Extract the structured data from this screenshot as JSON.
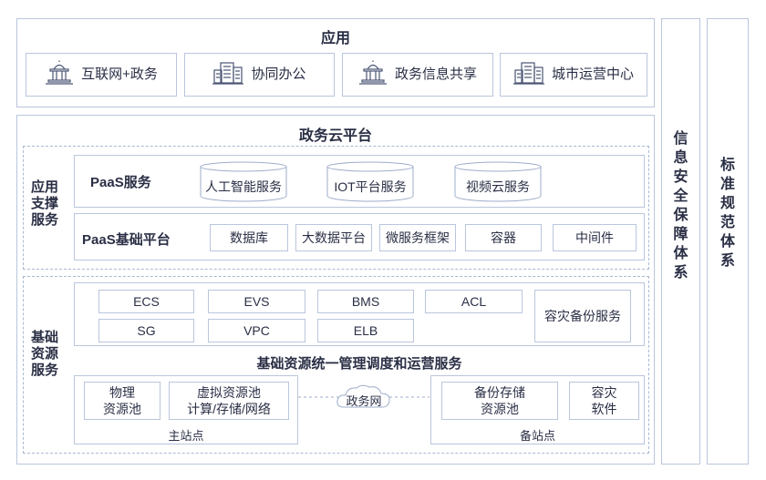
{
  "app_layer": {
    "title": "应用",
    "items": [
      {
        "label": "互联网+政务",
        "icon": "government-building-icon"
      },
      {
        "label": "协同办公",
        "icon": "office-building-icon"
      },
      {
        "label": "政务信息共享",
        "icon": "government-building-icon"
      },
      {
        "label": "城市运营中心",
        "icon": "office-building-icon"
      }
    ]
  },
  "platform": {
    "title": "政务云平台",
    "app_support": {
      "side_label": [
        "应用",
        "支撑",
        "服务"
      ],
      "paas_service": {
        "title": "PaaS服务",
        "items": [
          "人工智能服务",
          "IOT平台服务",
          "视频云服务"
        ]
      },
      "paas_base": {
        "title": "PaaS基础平台",
        "items": [
          "数据库",
          "大数据平台",
          "微服务框架",
          "容器",
          "中间件"
        ]
      }
    },
    "base_resources": {
      "side_label": [
        "基础",
        "资源",
        "服务"
      ],
      "services_row1": [
        "ECS",
        "EVS",
        "BMS",
        "ACL"
      ],
      "services_row2": [
        "SG",
        "VPC",
        "ELB"
      ],
      "disaster_backup": "容灾备份服务",
      "management_title": "基础资源统一管理调度和运营服务",
      "main_site": {
        "caption": "主站点",
        "physical_pool": [
          "物理",
          "资源池"
        ],
        "virtual_pool": [
          "虚拟资源池",
          "计算/存储/网络"
        ]
      },
      "network": "政务网",
      "backup_site": {
        "caption": "备站点",
        "backup_storage": [
          "备份存储",
          "资源池"
        ],
        "disaster_software": [
          "容灾",
          "软件"
        ]
      }
    }
  },
  "security_system": [
    "信",
    "息",
    "安",
    "全",
    "保",
    "障",
    "体",
    "系"
  ],
  "standard_system": [
    "标",
    "准",
    "规",
    "范",
    "体",
    "系"
  ]
}
